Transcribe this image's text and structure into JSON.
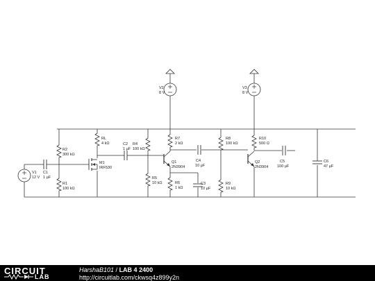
{
  "colors": {
    "wire": "#333333",
    "footer_bg": "#000000",
    "footer_text": "#ffffff"
  },
  "components": {
    "V1": {
      "name": "V1",
      "value": "12 V"
    },
    "V2": {
      "name": "V2",
      "value": "8 V"
    },
    "V3": {
      "name": "V3",
      "value": "8 V"
    },
    "C1": {
      "name": "C1",
      "value": "1 µF"
    },
    "R1": {
      "name": "R1",
      "value": "100 kΩ"
    },
    "R2": {
      "name": "R2",
      "value": "300 kΩ"
    },
    "RL": {
      "name": "RL",
      "value": "4 kΩ"
    },
    "M1": {
      "name": "M1",
      "value": "IRF530"
    },
    "C2": {
      "name": "C2",
      "value": "1 µF"
    },
    "R4": {
      "name": "R4",
      "value": "100 kΩ"
    },
    "R5": {
      "name": "R5",
      "value": "10 kΩ"
    },
    "R7": {
      "name": "R7",
      "value": "2 kΩ"
    },
    "Q1": {
      "name": "Q1",
      "value": "2N3904"
    },
    "R6": {
      "name": "R6",
      "value": "1 kΩ"
    },
    "C3": {
      "name": "C3",
      "value": "10 µF"
    },
    "C4": {
      "name": "C4",
      "value": "10 µF"
    },
    "R8": {
      "name": "R8",
      "value": "100 kΩ"
    },
    "R9": {
      "name": "R9",
      "value": "10 kΩ"
    },
    "R10": {
      "name": "R10",
      "value": "500 Ω"
    },
    "Q2": {
      "name": "Q2",
      "value": "2N3904"
    },
    "C5": {
      "name": "C5",
      "value": "100 µF"
    },
    "C6": {
      "name": "C6",
      "value": "47 µF"
    }
  },
  "footer": {
    "brand_top": "CIRCUIT",
    "brand_bottom": "LAB",
    "author": "HarshaB101",
    "separator": " / ",
    "title": "LAB 4 2400",
    "url": "http://circuitlab.com/ckwsq4z899y2n"
  }
}
